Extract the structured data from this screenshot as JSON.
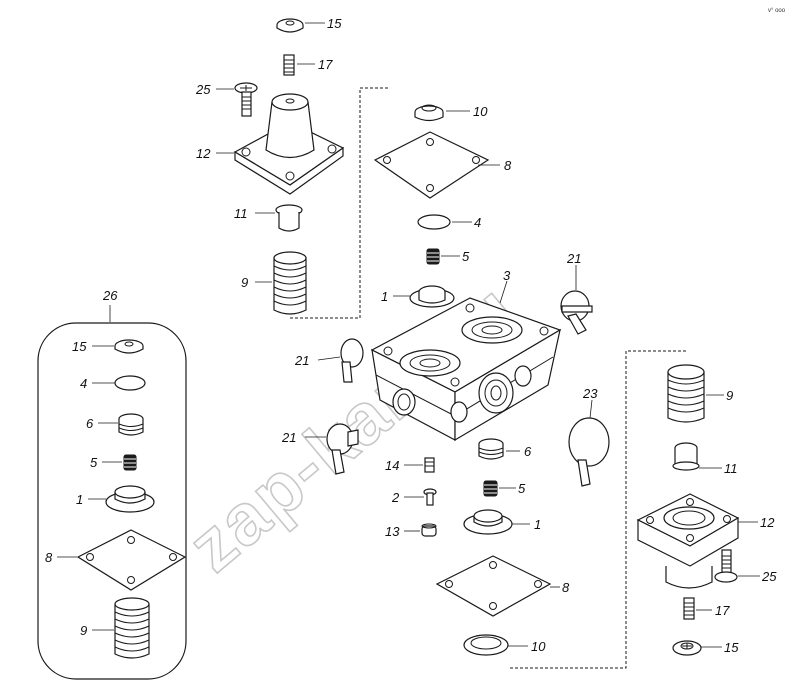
{
  "watermark": "zap-kam.ru",
  "corner_mark": "v° ooo",
  "labels": [
    {
      "id": "l15a",
      "text": "15"
    },
    {
      "id": "l17a",
      "text": "17"
    },
    {
      "id": "l25a",
      "text": "25"
    },
    {
      "id": "l12a",
      "text": "12"
    },
    {
      "id": "l11a",
      "text": "11"
    },
    {
      "id": "l9a",
      "text": "9"
    },
    {
      "id": "l10a",
      "text": "10"
    },
    {
      "id": "l8a",
      "text": "8"
    },
    {
      "id": "l4a",
      "text": "4"
    },
    {
      "id": "l5a",
      "text": "5"
    },
    {
      "id": "l3",
      "text": "3"
    },
    {
      "id": "l1a",
      "text": "1"
    },
    {
      "id": "l21a",
      "text": "21"
    },
    {
      "id": "l21b",
      "text": "21"
    },
    {
      "id": "l21c",
      "text": "21"
    },
    {
      "id": "l23",
      "text": "23"
    },
    {
      "id": "l6a",
      "text": "6"
    },
    {
      "id": "l5b",
      "text": "5"
    },
    {
      "id": "l14",
      "text": "14"
    },
    {
      "id": "l2",
      "text": "2"
    },
    {
      "id": "l13",
      "text": "13"
    },
    {
      "id": "l1b",
      "text": "1"
    },
    {
      "id": "l8b",
      "text": "8"
    },
    {
      "id": "l10b",
      "text": "10"
    },
    {
      "id": "l9b",
      "text": "9"
    },
    {
      "id": "l11b",
      "text": "11"
    },
    {
      "id": "l12b",
      "text": "12"
    },
    {
      "id": "l25b",
      "text": "25"
    },
    {
      "id": "l17b",
      "text": "17"
    },
    {
      "id": "l15b",
      "text": "15"
    },
    {
      "id": "l26",
      "text": "26"
    },
    {
      "id": "k15",
      "text": "15"
    },
    {
      "id": "k4",
      "text": "4"
    },
    {
      "id": "k6",
      "text": "6"
    },
    {
      "id": "k5",
      "text": "5"
    },
    {
      "id": "k1",
      "text": "1"
    },
    {
      "id": "k8",
      "text": "8"
    },
    {
      "id": "k9",
      "text": "9"
    }
  ]
}
